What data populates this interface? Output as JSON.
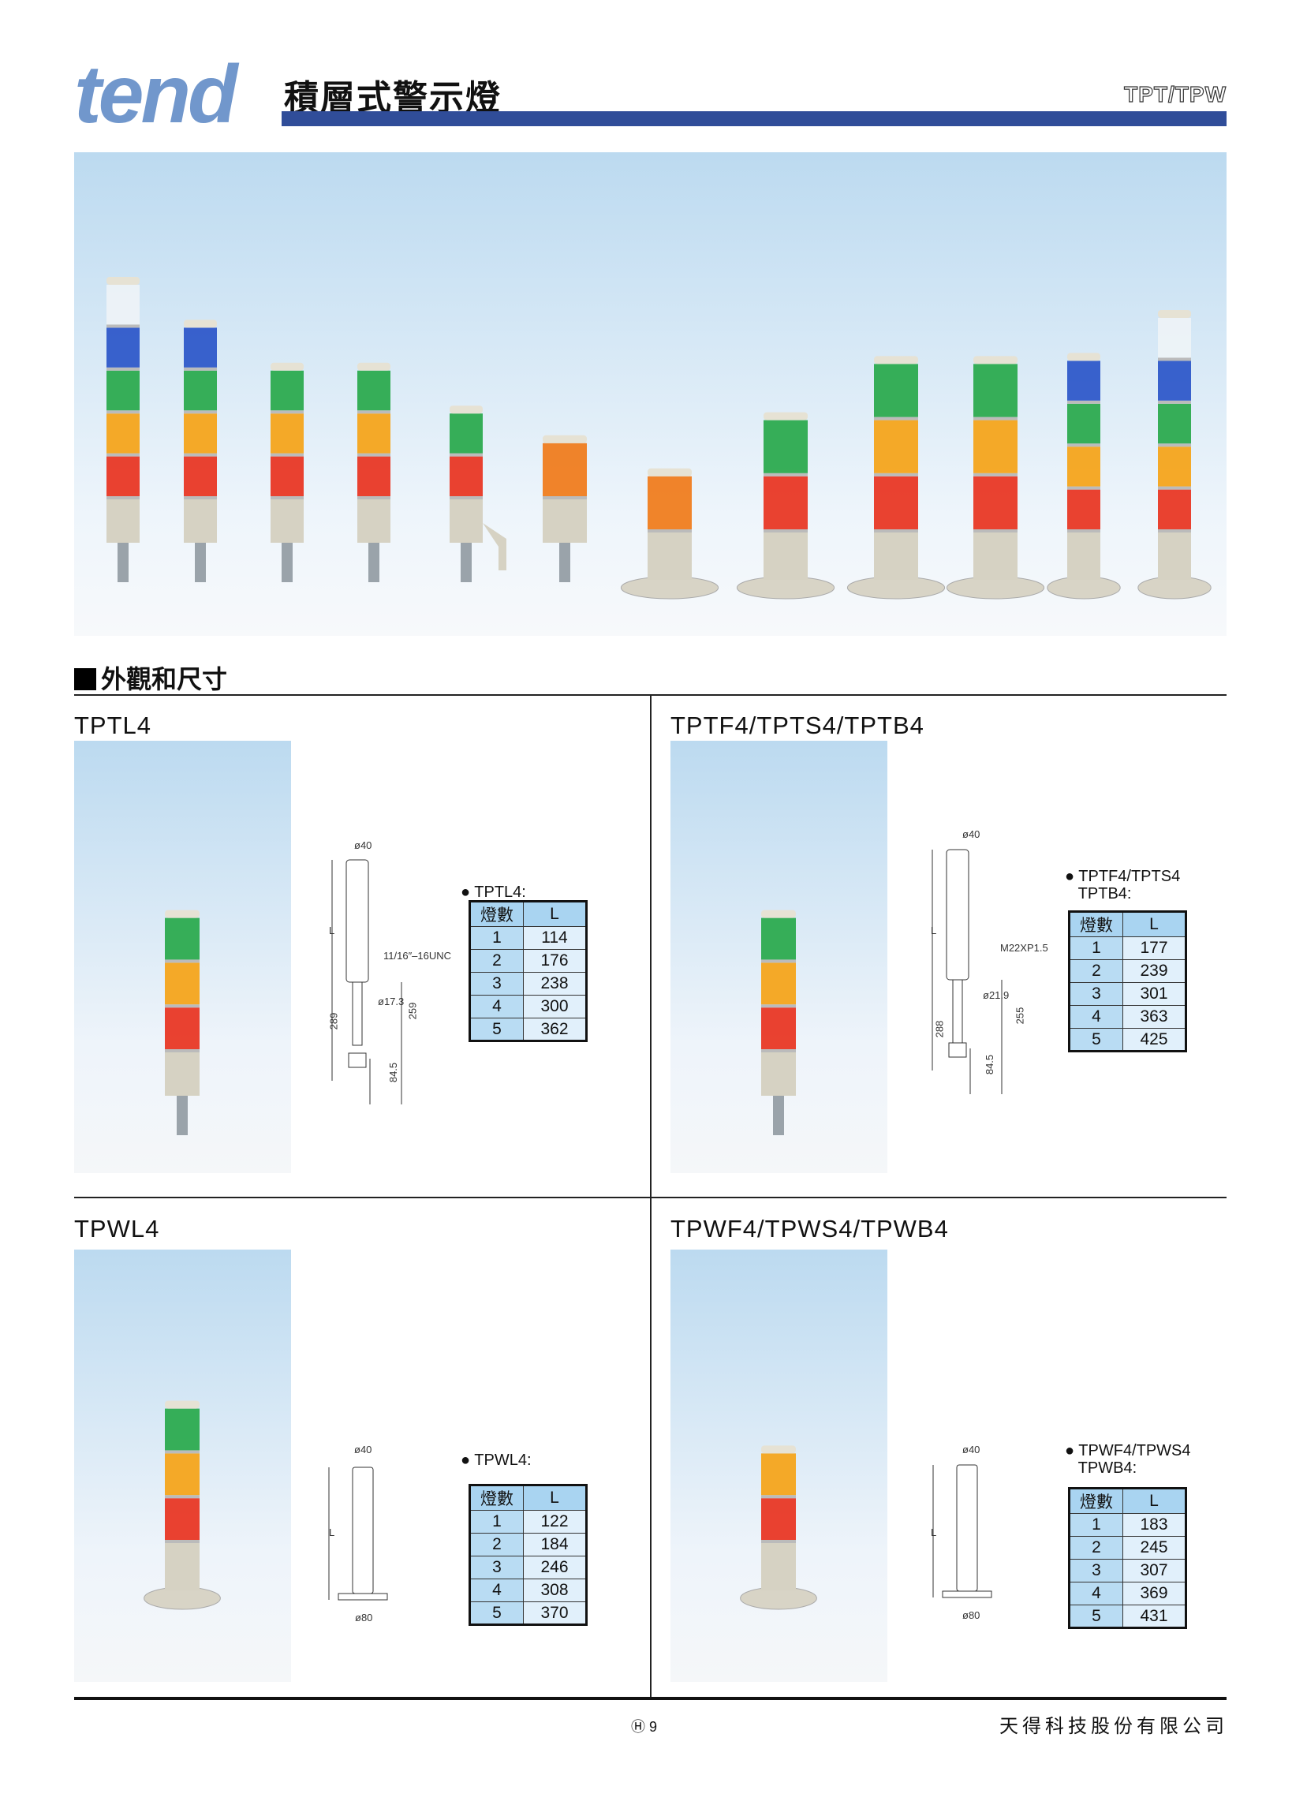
{
  "header": {
    "logo": "tend",
    "title": "積層式警示燈",
    "series": "TPT/TPW",
    "accent": "#304d99"
  },
  "section_title": "外觀和尺寸",
  "banner_lamps": [
    {
      "tiers": [
        "#e8321e",
        "#f5a316",
        "#27a84a",
        "#2a55c8",
        "#eef3f6"
      ],
      "base": "pole"
    },
    {
      "tiers": [
        "#e8321e",
        "#f5a316",
        "#27a84a",
        "#2a55c8"
      ],
      "base": "pole"
    },
    {
      "tiers": [
        "#e8321e",
        "#f5a316",
        "#27a84a"
      ],
      "base": "pole"
    },
    {
      "tiers": [
        "#e8321e",
        "#f5a316",
        "#27a84a"
      ],
      "base": "pole"
    },
    {
      "tiers": [
        "#e8321e",
        "#27a84a"
      ],
      "base": "bracket"
    },
    {
      "tiers": [
        "#f07a18"
      ],
      "base": "pole"
    },
    {
      "tiers": [
        "#f07a18"
      ],
      "base": "flange"
    },
    {
      "tiers": [
        "#e8321e",
        "#27a84a"
      ],
      "base": "flange"
    },
    {
      "tiers": [
        "#e8321e",
        "#f5a316",
        "#27a84a"
      ],
      "base": "flange"
    },
    {
      "tiers": [
        "#e8321e",
        "#f5a316",
        "#27a84a"
      ],
      "base": "flange"
    },
    {
      "tiers": [
        "#e8321e",
        "#f5a316",
        "#27a84a",
        "#2a55c8"
      ],
      "base": "flange"
    },
    {
      "tiers": [
        "#e8321e",
        "#f5a316",
        "#27a84a",
        "#2a55c8",
        "#eef3f6"
      ],
      "base": "flange"
    }
  ],
  "panels": [
    {
      "title": "TPTL4",
      "label": "TPTL4:",
      "label2": "",
      "col_head": [
        "燈數",
        "L"
      ],
      "rows": [
        [
          "1",
          "114"
        ],
        [
          "2",
          "176"
        ],
        [
          "3",
          "238"
        ],
        [
          "4",
          "300"
        ],
        [
          "5",
          "362"
        ]
      ],
      "dims": {
        "dia": "ø40",
        "L": "L",
        "thread": "11/16″–16UNC",
        "pipe": "ø17.3",
        "total": "289",
        "pole": "259",
        "bottom": "84.5"
      }
    },
    {
      "title": "TPTF4/TPTS4/TPTB4",
      "label": "TPTF4/TPTS4",
      "label2": "TPTB4:",
      "col_head": [
        "燈數",
        "L"
      ],
      "rows": [
        [
          "1",
          "177"
        ],
        [
          "2",
          "239"
        ],
        [
          "3",
          "301"
        ],
        [
          "4",
          "363"
        ],
        [
          "5",
          "425"
        ]
      ],
      "dims": {
        "dia": "ø40",
        "L": "L",
        "thread": "M22XP1.5",
        "pipe": "ø21.9",
        "total": "288",
        "pole": "255",
        "bottom": "84.5"
      }
    },
    {
      "title": "TPWL4",
      "label": "TPWL4:",
      "label2": "",
      "col_head": [
        "燈數",
        "L"
      ],
      "rows": [
        [
          "1",
          "122"
        ],
        [
          "2",
          "184"
        ],
        [
          "3",
          "246"
        ],
        [
          "4",
          "308"
        ],
        [
          "5",
          "370"
        ]
      ],
      "dims": {
        "dia": "ø40",
        "L": "L",
        "base": "ø80"
      }
    },
    {
      "title": "TPWF4/TPWS4/TPWB4",
      "label": "TPWF4/TPWS4",
      "label2": "TPWB4:",
      "col_head": [
        "燈數",
        "L"
      ],
      "rows": [
        [
          "1",
          "183"
        ],
        [
          "2",
          "245"
        ],
        [
          "3",
          "307"
        ],
        [
          "4",
          "369"
        ],
        [
          "5",
          "431"
        ]
      ],
      "dims": {
        "dia": "ø40",
        "L": "L",
        "base": "ø80"
      }
    }
  ],
  "footer": {
    "page_symbol": "Ⓗ",
    "page": "9",
    "company": "天得科技股份有限公司"
  }
}
